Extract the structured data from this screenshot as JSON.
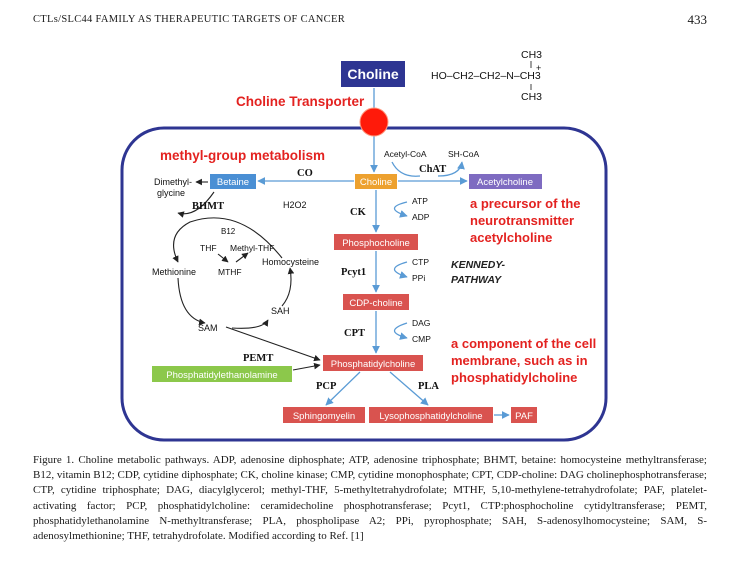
{
  "header": {
    "running_title": "CTLs/SLC44 FAMILY AS THERAPEUTIC TARGETS OF CANCER",
    "page_number": "433"
  },
  "figure": {
    "choline_title": "Choline",
    "formula": {
      "ch3_top": "CH3",
      "chain": "HO–CH2–CH2–N–CH3",
      "plus": "+",
      "ch3_bottom": "CH3"
    },
    "transporter_label": "Choline Transporter",
    "methyl_label": "methyl-group metabolism",
    "nodes": {
      "choline": "Choline",
      "betaine": "Betaine",
      "acetylcholine": "Acetylcholine",
      "phosphocholine": "Phosphocholine",
      "cdp_choline": "CDP-choline",
      "phosphatidylcholine": "Phosphatidylcholine",
      "phosphatidylethanolamine": "Phosphatidylethanolamine",
      "sphingomyelin": "Sphingomyelin",
      "lysophosphatidylcholine": "Lysophosphatidylcholine",
      "paf": "PAF"
    },
    "text": {
      "dimethylglycine_1": "Dimethyl-",
      "dimethylglycine_2": "glycine",
      "bhmt": "BHMT",
      "co": "CO",
      "h2o2": "H2O2",
      "b12": "B12",
      "thf": "THF",
      "methyl_thf": "Methyl-THF",
      "methionine": "Methionine",
      "mthf": "MTHF",
      "homocysteine": "Homocysteine",
      "sah": "SAH",
      "sam": "SAM",
      "pemt": "PEMT",
      "acetyl_coa": "Acetyl-CoA",
      "sh_coa": "SH-CoA",
      "chat": "ChAT",
      "ck": "CK",
      "atp": "ATP",
      "adp": "ADP",
      "pcyt1": "Pcyt1",
      "ctp": "CTP",
      "ppi": "PPi",
      "cpt": "CPT",
      "dag": "DAG",
      "cmp": "CMP",
      "pcp": "PCP",
      "pla": "PLA"
    },
    "annotations": {
      "precursor_1": "a precursor of the",
      "precursor_2": "neurotransmitter",
      "precursor_3": "acetylcholine",
      "kennedy_1": "KENNEDY-",
      "kennedy_2": "PATHWAY",
      "component_1": "a component of the cell",
      "component_2": "membrane, such as in",
      "component_3": "phosphatidylcholine"
    },
    "colors": {
      "navy": "#2e3592",
      "red": "#e32220",
      "salmon": "#d9534f",
      "blue_box": "#4a8fd4",
      "orange_box": "#eda12f",
      "purple_box": "#7e6bc1",
      "green_box": "#8cc84b"
    }
  },
  "caption": "Figure 1. Choline metabolic pathways. ADP, adenosine diphosphate; ATP, adenosine triphosphate; BHMT, betaine: homocysteine methyltransferase; B12, vitamin B12; CDP, cytidine diphosphate; CK, choline kinase; CMP, cytidine monophosphate; CPT, CDP-choline: DAG cholinephosphotransferase; CTP, cytidine triphosphate; DAG, diacylglycerol; methyl-THF, 5-methyltetrahydrofolate; MTHF, 5,10-methylene-tetrahydrofolate; PAF, platelet-activating factor; PCP, phosphatidylcholine: ceramidecholine phosphotransferase; Pcyt1, CTP:phosphocholine cytidyltransferase; PEMT, phosphatidylethanolamine N-methyltransferase; PLA, phospholipase A2; PPi, pyrophosphate; SAH, S-adenosylhomocysteine; SAM, S-adenosylmethionine; THF, tetrahydrofolate. Modified according to Ref. [1]"
}
